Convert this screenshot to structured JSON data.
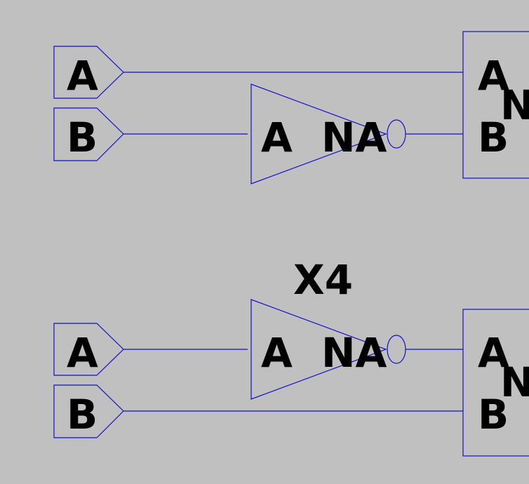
{
  "diagram": {
    "colors": {
      "background": "#c0c0c0",
      "wire": "#1010c8",
      "text": "#000000"
    },
    "top_circuit": {
      "port_a_label": "A",
      "port_b_label": "B",
      "inverter_in_label": "A",
      "inverter_out_label": "NA",
      "gate_in_a_label": "A",
      "gate_in_b_label": "B",
      "gate_fragment_label": "N"
    },
    "instance_label": "X4",
    "bottom_circuit": {
      "port_a_label": "A",
      "port_b_label": "B",
      "inverter_in_label": "A",
      "inverter_out_label": "NA",
      "gate_in_a_label": "A",
      "gate_in_b_label": "B",
      "gate_fragment_label": "N"
    }
  }
}
